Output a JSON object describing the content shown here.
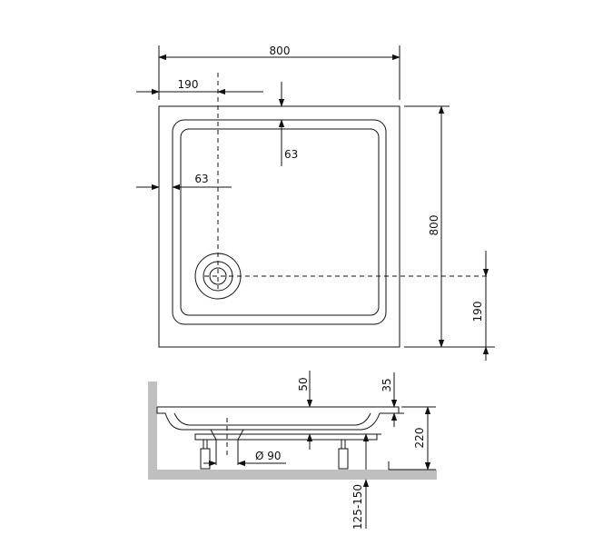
{
  "drawing": {
    "top_view": {
      "width_label": "800",
      "height_label": "800",
      "drain_offset_x_label": "190",
      "drain_offset_y_label": "190",
      "rim_top_label": "63",
      "rim_left_label": "63"
    },
    "side_view": {
      "depth_label": "50",
      "rim_height_label": "35",
      "total_height_label": "220",
      "drain_diameter_label": "Ø 90",
      "leg_height_label": "125-150"
    }
  }
}
